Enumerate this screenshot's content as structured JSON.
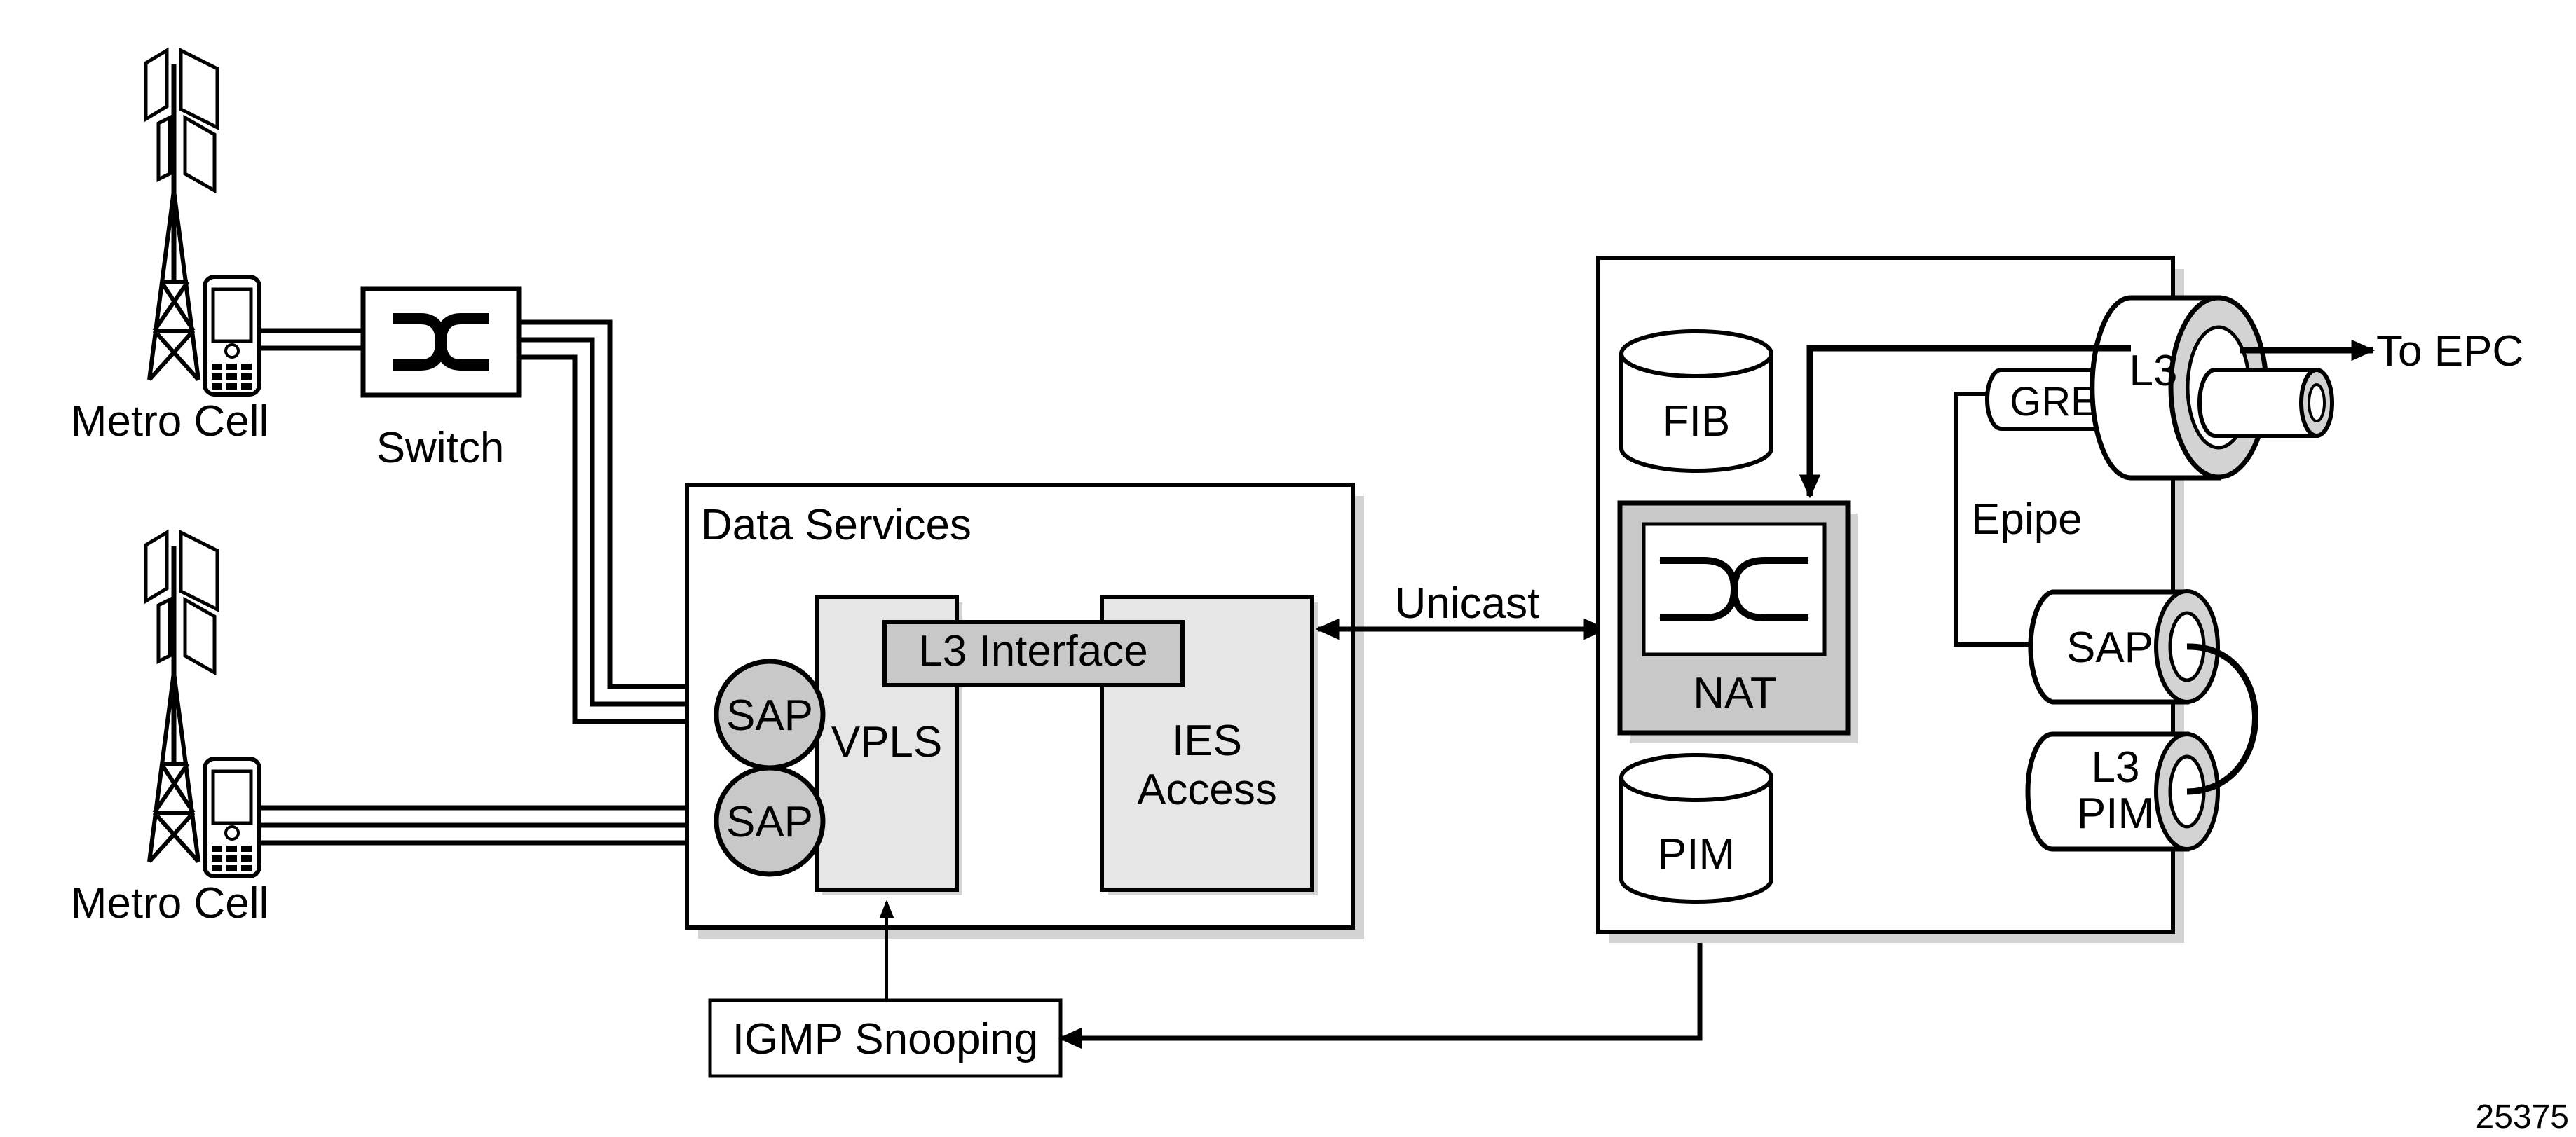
{
  "labels": {
    "metro_cell_top": "Metro Cell",
    "metro_cell_bottom": "Metro Cell",
    "switch": "Switch",
    "data_services": "Data Services",
    "l3_interface": "L3 Interface",
    "sap_top": "SAP",
    "sap_bottom": "SAP",
    "vpls": "VPLS",
    "ies_line1": "IES",
    "ies_line2": "Access",
    "unicast": "Unicast",
    "igmp_snooping": "IGMP Snooping",
    "fib": "FIB",
    "nat": "NAT",
    "pim": "PIM",
    "gre": "GRE",
    "l3": "L3",
    "to_epc": "To EPC",
    "epipe": "Epipe",
    "sap_right": "SAP",
    "l3pim_line1": "L3",
    "l3pim_line2": "PIM",
    "figure_number": "25375"
  },
  "colors": {
    "line": "#000000",
    "box_fill": "#ffffff",
    "shadow": "#d3d3d3",
    "service_fill": "#e6e6e6",
    "sap_fill": "#c8c8c8",
    "nat_fill": "#c8c8c8",
    "l3if_fill": "#c8c8c8"
  },
  "icons": [
    "cell-tower-icon",
    "mobile-phone-icon",
    "switch-icon",
    "crossover-arrows-icon",
    "database-cylinder-icon",
    "tunnel-pipe-icon"
  ]
}
